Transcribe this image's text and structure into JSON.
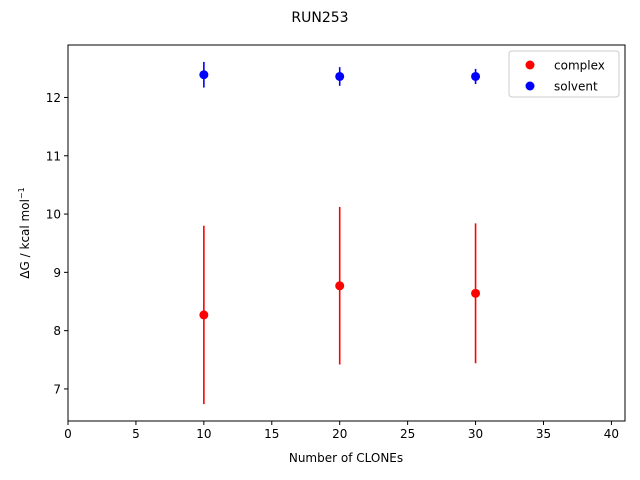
{
  "chart_data": {
    "type": "scatter",
    "title": "RUN253",
    "xlabel": "Number of CLONEs",
    "ylabel_main": "ΔG / kcal mol",
    "ylabel_sup": "−1",
    "xlim": [
      0,
      41
    ],
    "ylim": [
      6.45,
      12.9
    ],
    "xticks": [
      0,
      5,
      10,
      15,
      20,
      25,
      30,
      35,
      40
    ],
    "yticks": [
      7,
      8,
      9,
      10,
      11,
      12
    ],
    "grid": false,
    "legend_position": "top-right",
    "series": [
      {
        "name": "complex",
        "color": "#ff0000",
        "points": [
          {
            "x": 10,
            "y": 8.27,
            "err": 1.53
          },
          {
            "x": 20,
            "y": 8.77,
            "err": 1.35
          },
          {
            "x": 30,
            "y": 8.64,
            "err": 1.2
          }
        ]
      },
      {
        "name": "solvent",
        "color": "#0000ff",
        "points": [
          {
            "x": 10,
            "y": 12.39,
            "err": 0.22
          },
          {
            "x": 20,
            "y": 12.36,
            "err": 0.16
          },
          {
            "x": 30,
            "y": 12.36,
            "err": 0.13
          }
        ]
      }
    ]
  }
}
